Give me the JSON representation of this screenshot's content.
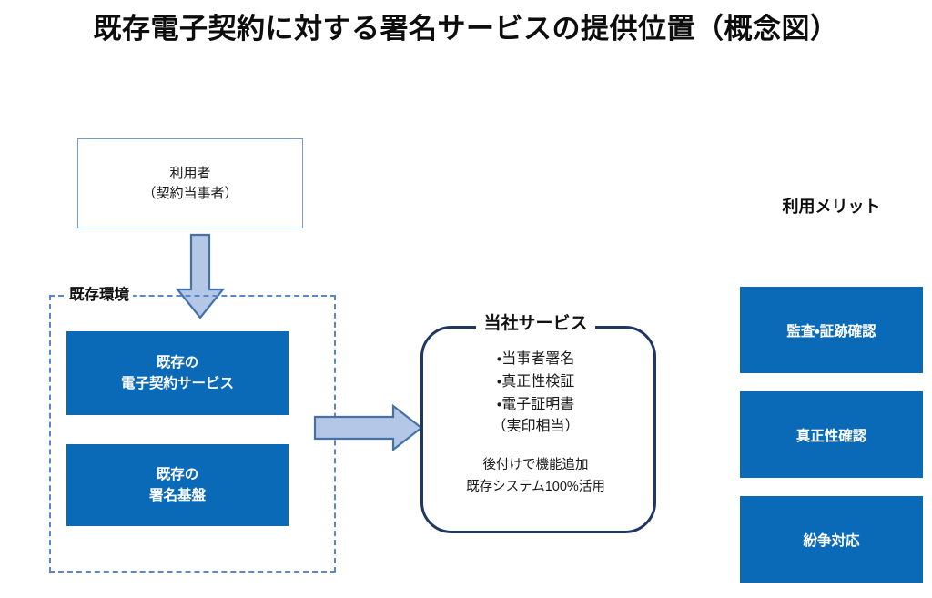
{
  "title": "既存電子契約に対する署名サービスの提供位置（概念図）",
  "user_box": {
    "line1": "利用者",
    "line2": "（契約当事者）"
  },
  "existing_environment": {
    "label": "既存環境",
    "boxes": [
      {
        "line1": "既存の",
        "line2": "電子契約サービス"
      },
      {
        "line1": "既存の",
        "line2": "署名基盤"
      }
    ]
  },
  "service": {
    "title": "当社サービス",
    "features": [
      "・当事者署名",
      "・真正性検証",
      "・電子証明書",
      "（実印相当）"
    ],
    "notes": [
      "後付けで機能追加",
      "既存システム100%活用"
    ]
  },
  "merits": {
    "title": "利用メリット",
    "items": [
      "監査・証跡確認",
      "真正性確認",
      "紛争対応"
    ]
  },
  "arrows": {
    "down_label": "down-arrow",
    "right_label": "right-arrow"
  },
  "colors": {
    "box_blue": "#0b6ab8",
    "dashed_border": "#5b86c8",
    "bubble_border": "#1f3761",
    "arrow_fill": "#b4c7e7",
    "arrow_stroke": "#4472a8",
    "user_border": "#6f9ad4"
  }
}
